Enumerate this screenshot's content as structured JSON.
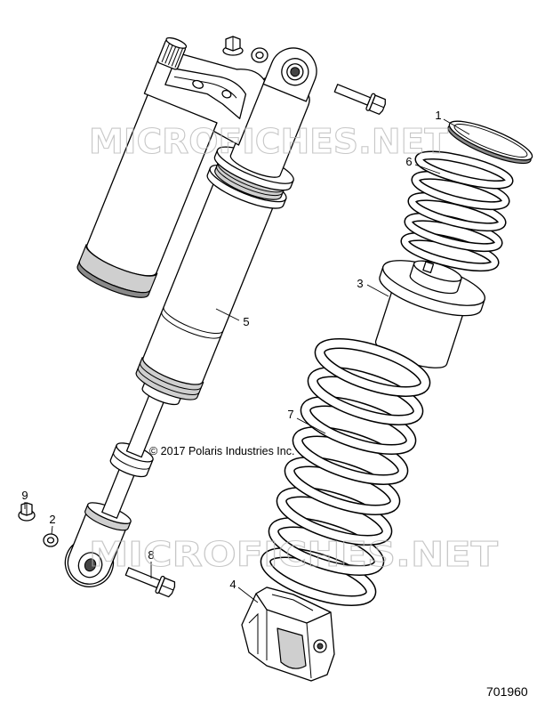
{
  "diagram": {
    "callouts": {
      "p1": "1",
      "p2": "2",
      "p3": "3",
      "p4": "4",
      "p5": "5",
      "p6": "6",
      "p7": "7",
      "p8": "8",
      "p9": "9"
    },
    "copyright": "© 2017 Polaris Industries Inc.",
    "figure_number": "701960"
  },
  "watermark": {
    "text": "MICROFICHES.NET"
  }
}
